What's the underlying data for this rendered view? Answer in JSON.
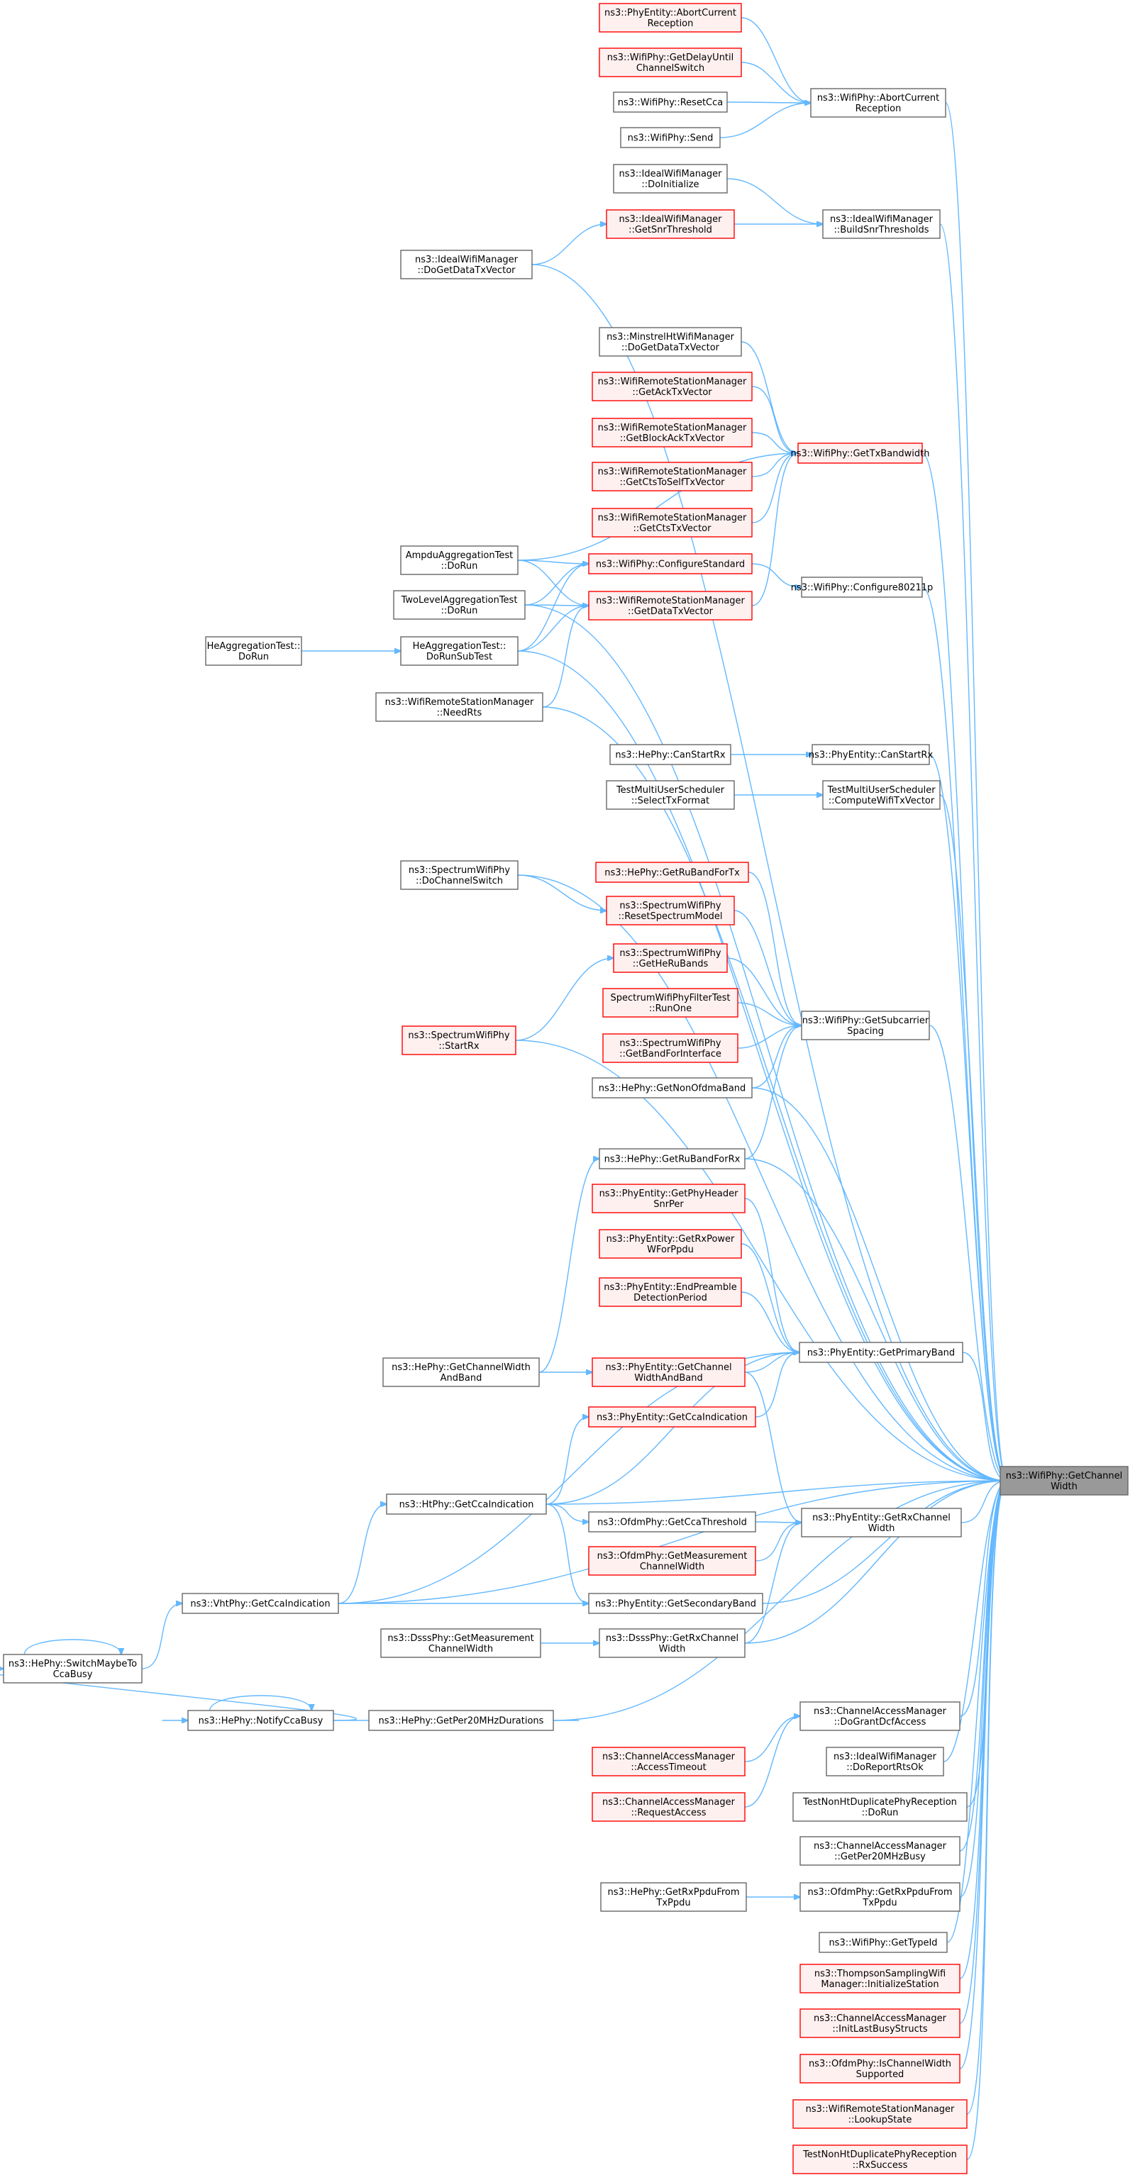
{
  "colors": {
    "edge": "#63b8ff",
    "normal_border": "#666666",
    "normal_fill": "#ffffff",
    "red_border": "#ff0000",
    "red_fill": "#fff0f0",
    "focus_border": "#666666",
    "focus_fill": "#999999"
  },
  "nodes": [
    {
      "id": "n0",
      "lines": [
        "ns3::WifiPhy::GetChannel",
        "Width"
      ],
      "style": "focus"
    },
    {
      "id": "n1",
      "lines": [
        "ns3::PhyEntity::AbortCurrent",
        "Reception"
      ],
      "style": "red"
    },
    {
      "id": "n2",
      "lines": [
        "ns3::WifiPhy::GetDelayUntil",
        "ChannelSwitch"
      ],
      "style": "red"
    },
    {
      "id": "n3",
      "lines": [
        "ns3::WifiPhy::ResetCca"
      ],
      "style": "normal"
    },
    {
      "id": "n4",
      "lines": [
        "ns3::WifiPhy::Send"
      ],
      "style": "normal"
    },
    {
      "id": "n5",
      "lines": [
        "ns3::WifiPhy::AbortCurrent",
        "Reception"
      ],
      "style": "normal"
    },
    {
      "id": "n6",
      "lines": [
        "ns3::IdealWifiManager",
        "::DoInitialize"
      ],
      "style": "normal"
    },
    {
      "id": "n7",
      "lines": [
        "ns3::IdealWifiManager",
        "::GetSnrThreshold"
      ],
      "style": "red"
    },
    {
      "id": "n8",
      "lines": [
        "ns3::IdealWifiManager",
        "::BuildSnrThresholds"
      ],
      "style": "normal"
    },
    {
      "id": "n9",
      "lines": [
        "ns3::IdealWifiManager",
        "::DoGetDataTxVector"
      ],
      "style": "normal"
    },
    {
      "id": "n10",
      "lines": [
        "ns3::MinstrelHtWifiManager",
        "::DoGetDataTxVector"
      ],
      "style": "normal"
    },
    {
      "id": "n11",
      "lines": [
        "ns3::WifiRemoteStationManager",
        "::GetAckTxVector"
      ],
      "style": "red"
    },
    {
      "id": "n12",
      "lines": [
        "ns3::WifiRemoteStationManager",
        "::GetBlockAckTxVector"
      ],
      "style": "red"
    },
    {
      "id": "n13",
      "lines": [
        "ns3::WifiPhy::GetTxBandwidth"
      ],
      "style": "red"
    },
    {
      "id": "n14",
      "lines": [
        "ns3::WifiRemoteStationManager",
        "::GetCtsToSelfTxVector"
      ],
      "style": "red"
    },
    {
      "id": "n15",
      "lines": [
        "ns3::WifiRemoteStationManager",
        "::GetCtsTxVector"
      ],
      "style": "red"
    },
    {
      "id": "n16",
      "lines": [
        "AmpduAggregationTest",
        "::DoRun"
      ],
      "style": "normal"
    },
    {
      "id": "n17",
      "lines": [
        "ns3::WifiPhy::ConfigureStandard"
      ],
      "style": "red"
    },
    {
      "id": "n18",
      "lines": [
        "ns3::WifiPhy::Configure80211p"
      ],
      "style": "normal"
    },
    {
      "id": "n19",
      "lines": [
        "TwoLevelAggregationTest",
        "::DoRun"
      ],
      "style": "normal"
    },
    {
      "id": "n20",
      "lines": [
        "ns3::WifiRemoteStationManager",
        "::GetDataTxVector"
      ],
      "style": "red"
    },
    {
      "id": "n21",
      "lines": [
        "HeAggregationTest::",
        "DoRun"
      ],
      "style": "normal"
    },
    {
      "id": "n22",
      "lines": [
        "HeAggregationTest::",
        "DoRunSubTest"
      ],
      "style": "normal"
    },
    {
      "id": "n23",
      "lines": [
        "ns3::WifiRemoteStationManager",
        "::NeedRts"
      ],
      "style": "normal"
    },
    {
      "id": "n24",
      "lines": [
        "ns3::HePhy::CanStartRx"
      ],
      "style": "normal"
    },
    {
      "id": "n25",
      "lines": [
        "ns3::PhyEntity::CanStartRx"
      ],
      "style": "normal"
    },
    {
      "id": "n26",
      "lines": [
        "TestMultiUserScheduler",
        "::SelectTxFormat"
      ],
      "style": "normal"
    },
    {
      "id": "n27",
      "lines": [
        "TestMultiUserScheduler",
        "::ComputeWifiTxVector"
      ],
      "style": "normal"
    },
    {
      "id": "n28",
      "lines": [
        "ns3::SpectrumWifiPhy",
        "::DoChannelSwitch"
      ],
      "style": "normal"
    },
    {
      "id": "n29",
      "lines": [
        "ns3::HePhy::GetRuBandForTx"
      ],
      "style": "red"
    },
    {
      "id": "n30",
      "lines": [
        "ns3::SpectrumWifiPhy",
        "::ResetSpectrumModel"
      ],
      "style": "red"
    },
    {
      "id": "n31",
      "lines": [
        "ns3::SpectrumWifiPhy",
        "::GetHeRuBands"
      ],
      "style": "red"
    },
    {
      "id": "n32",
      "lines": [
        "SpectrumWifiPhyFilterTest",
        "::RunOne"
      ],
      "style": "red"
    },
    {
      "id": "n33",
      "lines": [
        "ns3::WifiPhy::GetSubcarrier",
        "Spacing"
      ],
      "style": "normal"
    },
    {
      "id": "n34",
      "lines": [
        "ns3::SpectrumWifiPhy",
        "::StartRx"
      ],
      "style": "red"
    },
    {
      "id": "n35",
      "lines": [
        "ns3::SpectrumWifiPhy",
        "::GetBandForInterface"
      ],
      "style": "red"
    },
    {
      "id": "n36",
      "lines": [
        "ns3::HePhy::GetNonOfdmaBand"
      ],
      "style": "normal"
    },
    {
      "id": "n37",
      "lines": [
        "ns3::HePhy::GetRuBandForRx"
      ],
      "style": "normal"
    },
    {
      "id": "n38",
      "lines": [
        "ns3::PhyEntity::GetPhyHeader",
        "SnrPer"
      ],
      "style": "red"
    },
    {
      "id": "n39",
      "lines": [
        "ns3::PhyEntity::GetRxPower",
        "WForPpdu"
      ],
      "style": "red"
    },
    {
      "id": "n40",
      "lines": [
        "ns3::PhyEntity::EndPreamble",
        "DetectionPeriod"
      ],
      "style": "red"
    },
    {
      "id": "n41",
      "lines": [
        "ns3::PhyEntity::GetPrimaryBand"
      ],
      "style": "normal"
    },
    {
      "id": "n42",
      "lines": [
        "ns3::HePhy::GetChannelWidth",
        "AndBand"
      ],
      "style": "normal"
    },
    {
      "id": "n43",
      "lines": [
        "ns3::PhyEntity::GetChannel",
        "WidthAndBand"
      ],
      "style": "red"
    },
    {
      "id": "n44",
      "lines": [
        "ns3::PhyEntity::GetCcaIndication"
      ],
      "style": "red"
    },
    {
      "id": "n45",
      "lines": [
        "ns3::HtPhy::GetCcaIndication"
      ],
      "style": "normal"
    },
    {
      "id": "n46",
      "lines": [
        "ns3::OfdmPhy::GetCcaThreshold"
      ],
      "style": "normal"
    },
    {
      "id": "n47",
      "lines": [
        "ns3::PhyEntity::GetRxChannel",
        "Width"
      ],
      "style": "normal"
    },
    {
      "id": "n48",
      "lines": [
        "ns3::OfdmPhy::GetMeasurement",
        "ChannelWidth"
      ],
      "style": "red"
    },
    {
      "id": "n49",
      "lines": [
        "ns3::VhtPhy::GetCcaIndication"
      ],
      "style": "normal"
    },
    {
      "id": "n50",
      "lines": [
        "ns3::PhyEntity::GetSecondaryBand"
      ],
      "style": "normal"
    },
    {
      "id": "n51",
      "lines": [
        "ns3::DsssPhy::GetMeasurement",
        "ChannelWidth"
      ],
      "style": "normal"
    },
    {
      "id": "n52",
      "lines": [
        "ns3::DsssPhy::GetRxChannel",
        "Width"
      ],
      "style": "normal"
    },
    {
      "id": "n53",
      "lines": [
        "ns3::HePhy::SwitchMaybeTo",
        "CcaBusy"
      ],
      "style": "normal"
    },
    {
      "id": "n54",
      "lines": [
        "ns3::HePhy::NotifyCcaBusy"
      ],
      "style": "normal"
    },
    {
      "id": "n55",
      "lines": [
        "ns3::HePhy::GetPer20MHzDurations"
      ],
      "style": "normal"
    },
    {
      "id": "n56",
      "lines": [
        "ns3::ChannelAccessManager",
        "::DoGrantDcfAccess"
      ],
      "style": "normal"
    },
    {
      "id": "n57",
      "lines": [
        "ns3::ChannelAccessManager",
        "::AccessTimeout"
      ],
      "style": "red"
    },
    {
      "id": "n58",
      "lines": [
        "ns3::IdealWifiManager",
        "::DoReportRtsOk"
      ],
      "style": "normal"
    },
    {
      "id": "n59",
      "lines": [
        "ns3::ChannelAccessManager",
        "::RequestAccess"
      ],
      "style": "red"
    },
    {
      "id": "n60",
      "lines": [
        "TestNonHtDuplicatePhyReception",
        "::DoRun"
      ],
      "style": "normal"
    },
    {
      "id": "n61",
      "lines": [
        "ns3::ChannelAccessManager",
        "::GetPer20MHzBusy"
      ],
      "style": "normal"
    },
    {
      "id": "n62",
      "lines": [
        "ns3::HePhy::GetRxPpduFrom",
        "TxPpdu"
      ],
      "style": "normal"
    },
    {
      "id": "n63",
      "lines": [
        "ns3::OfdmPhy::GetRxPpduFrom",
        "TxPpdu"
      ],
      "style": "normal"
    },
    {
      "id": "n64",
      "lines": [
        "ns3::WifiPhy::GetTypeId"
      ],
      "style": "normal"
    },
    {
      "id": "n65",
      "lines": [
        "ns3::ThompsonSamplingWifi",
        "Manager::InitializeStation"
      ],
      "style": "red"
    },
    {
      "id": "n66",
      "lines": [
        "ns3::ChannelAccessManager",
        "::InitLastBusyStructs"
      ],
      "style": "red"
    },
    {
      "id": "n67",
      "lines": [
        "ns3::OfdmPhy::IsChannelWidth",
        "Supported"
      ],
      "style": "red"
    },
    {
      "id": "n68",
      "lines": [
        "ns3::WifiRemoteStationManager",
        "::LookupState"
      ],
      "style": "red"
    },
    {
      "id": "n69",
      "lines": [
        "TestNonHtDuplicatePhyReception",
        "::RxSuccess"
      ],
      "style": "red"
    }
  ],
  "edges": [
    [
      "n1",
      "n5"
    ],
    [
      "n2",
      "n5"
    ],
    [
      "n3",
      "n5"
    ],
    [
      "n4",
      "n5"
    ],
    [
      "n5",
      "n0"
    ],
    [
      "n6",
      "n8"
    ],
    [
      "n7",
      "n8"
    ],
    [
      "n9",
      "n7"
    ],
    [
      "n8",
      "n0"
    ],
    [
      "n9",
      "n0"
    ],
    [
      "n10",
      "n13"
    ],
    [
      "n11",
      "n13"
    ],
    [
      "n12",
      "n13"
    ],
    [
      "n14",
      "n13"
    ],
    [
      "n15",
      "n13"
    ],
    [
      "n16",
      "n13"
    ],
    [
      "n20",
      "n13"
    ],
    [
      "n13",
      "n0"
    ],
    [
      "n16",
      "n17"
    ],
    [
      "n19",
      "n17"
    ],
    [
      "n22",
      "n17"
    ],
    [
      "n17",
      "n18"
    ],
    [
      "n18",
      "n0"
    ],
    [
      "n16",
      "n20"
    ],
    [
      "n19",
      "n20"
    ],
    [
      "n22",
      "n20"
    ],
    [
      "n23",
      "n20"
    ],
    [
      "n19",
      "n0"
    ],
    [
      "n21",
      "n22"
    ],
    [
      "n22",
      "n0"
    ],
    [
      "n23",
      "n0"
    ],
    [
      "n24",
      "n25"
    ],
    [
      "n25",
      "n0"
    ],
    [
      "n26",
      "n27"
    ],
    [
      "n27",
      "n0"
    ],
    [
      "n28",
      "n30"
    ],
    [
      "n28",
      "n0"
    ],
    [
      "n29",
      "n33"
    ],
    [
      "n30",
      "n33"
    ],
    [
      "n31",
      "n33"
    ],
    [
      "n32",
      "n33"
    ],
    [
      "n35",
      "n33"
    ],
    [
      "n36",
      "n33"
    ],
    [
      "n37",
      "n33"
    ],
    [
      "n34",
      "n31"
    ],
    [
      "n33",
      "n0"
    ],
    [
      "n34",
      "n0"
    ],
    [
      "n36",
      "n0"
    ],
    [
      "n37",
      "n0"
    ],
    [
      "n42",
      "n37"
    ],
    [
      "n38",
      "n41"
    ],
    [
      "n39",
      "n41"
    ],
    [
      "n40",
      "n41"
    ],
    [
      "n43",
      "n41"
    ],
    [
      "n44",
      "n41"
    ],
    [
      "n45",
      "n41"
    ],
    [
      "n49",
      "n41"
    ],
    [
      "n41",
      "n0"
    ],
    [
      "n42",
      "n43"
    ],
    [
      "n43",
      "n47"
    ],
    [
      "n45",
      "n44"
    ],
    [
      "n45",
      "n0"
    ],
    [
      "n45",
      "n46"
    ],
    [
      "n45",
      "n50"
    ],
    [
      "n46",
      "n47"
    ],
    [
      "n48",
      "n47"
    ],
    [
      "n52",
      "n47"
    ],
    [
      "n47",
      "n0"
    ],
    [
      "n49",
      "n45"
    ],
    [
      "n49",
      "n50"
    ],
    [
      "n49",
      "n0"
    ],
    [
      "n50",
      "n0"
    ],
    [
      "n52",
      "n0"
    ],
    [
      "n51",
      "n52"
    ],
    [
      "n53",
      "n49"
    ],
    [
      "n53",
      "n53"
    ],
    [
      "n54",
      "n53"
    ],
    [
      "n54",
      "n54"
    ],
    [
      "n55",
      "n54"
    ],
    [
      "n55",
      "n0"
    ],
    [
      "n57",
      "n56"
    ],
    [
      "n59",
      "n56"
    ],
    [
      "n56",
      "n0"
    ],
    [
      "n58",
      "n0"
    ],
    [
      "n60",
      "n0"
    ],
    [
      "n61",
      "n0"
    ],
    [
      "n62",
      "n63"
    ],
    [
      "n63",
      "n0"
    ],
    [
      "n64",
      "n0"
    ],
    [
      "n65",
      "n0"
    ],
    [
      "n66",
      "n0"
    ],
    [
      "n67",
      "n0"
    ],
    [
      "n68",
      "n0"
    ],
    [
      "n69",
      "n0"
    ]
  ]
}
